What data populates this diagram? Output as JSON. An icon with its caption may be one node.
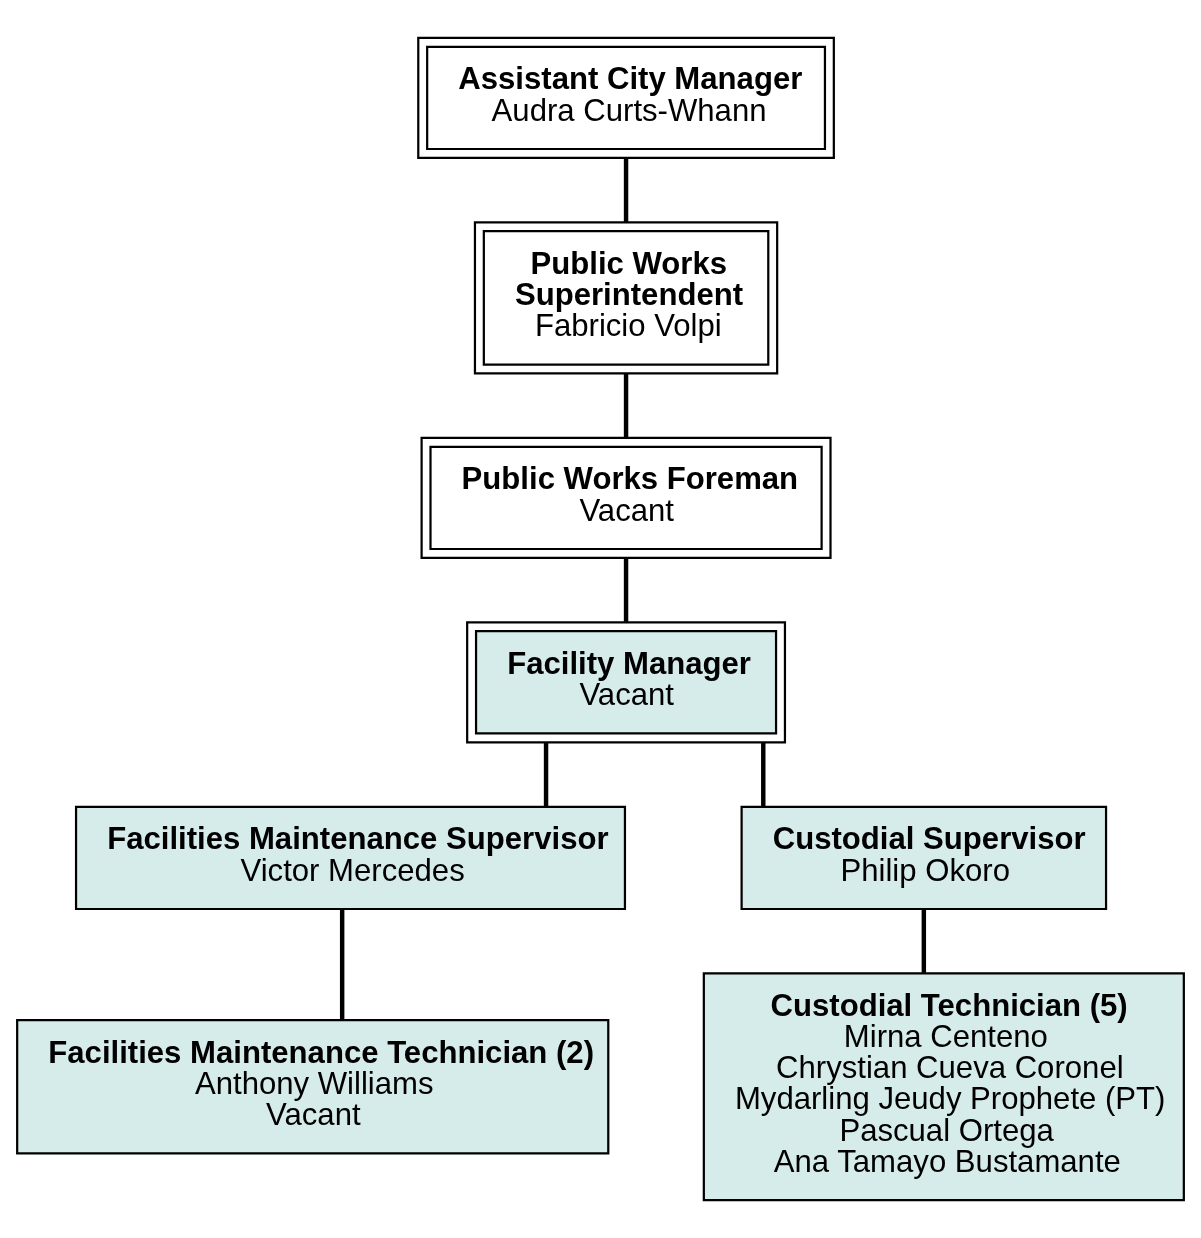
{
  "diagram": {
    "nodes": [
      {
        "text": [
          "Assistant City Manager",
          "Audra Curts-Whann"
        ]
      },
      {
        "text": [
          "Public Works Superintendent",
          "Fabricio Volpi"
        ]
      },
      {
        "text": [
          "Public Works Foreman",
          "Vacant"
        ]
      },
      {
        "text": [
          "Facility Manager",
          "Vacant"
        ]
      },
      {
        "text": [
          "Facilities Maintenance Supervisor",
          "Victor Mercedes"
        ]
      },
      {
        "text": [
          "Facilities Maintenance Technician (2)",
          "Anthony Williams",
          "Vacant"
        ]
      },
      {
        "text": [
          "Custodial Supervisor",
          "Philip Okoro"
        ]
      },
      {
        "text": [
          "Custodial Technician (5)",
          "Mirna Centeno",
          "Chrystian Cueva Coronel",
          "Mydarling Jeudy Prophete (PT)",
          "Pascual Ortega",
          "Ana Tamayo Bustamante"
        ]
      }
    ],
    "edges": [
      {
        "from": 0,
        "to": 1,
        "arrow": "none"
      },
      {
        "from": 1,
        "to": 2,
        "arrow": "none"
      },
      {
        "from": 2,
        "to": 3,
        "arrow": "none"
      },
      {
        "from": 3,
        "to": 4,
        "arrow": "none"
      },
      {
        "from": 3,
        "to": 6,
        "arrow": "none"
      },
      {
        "from": 4,
        "to": 5,
        "arrow": "none"
      },
      {
        "from": 6,
        "to": 7,
        "arrow": "none"
      }
    ]
  }
}
